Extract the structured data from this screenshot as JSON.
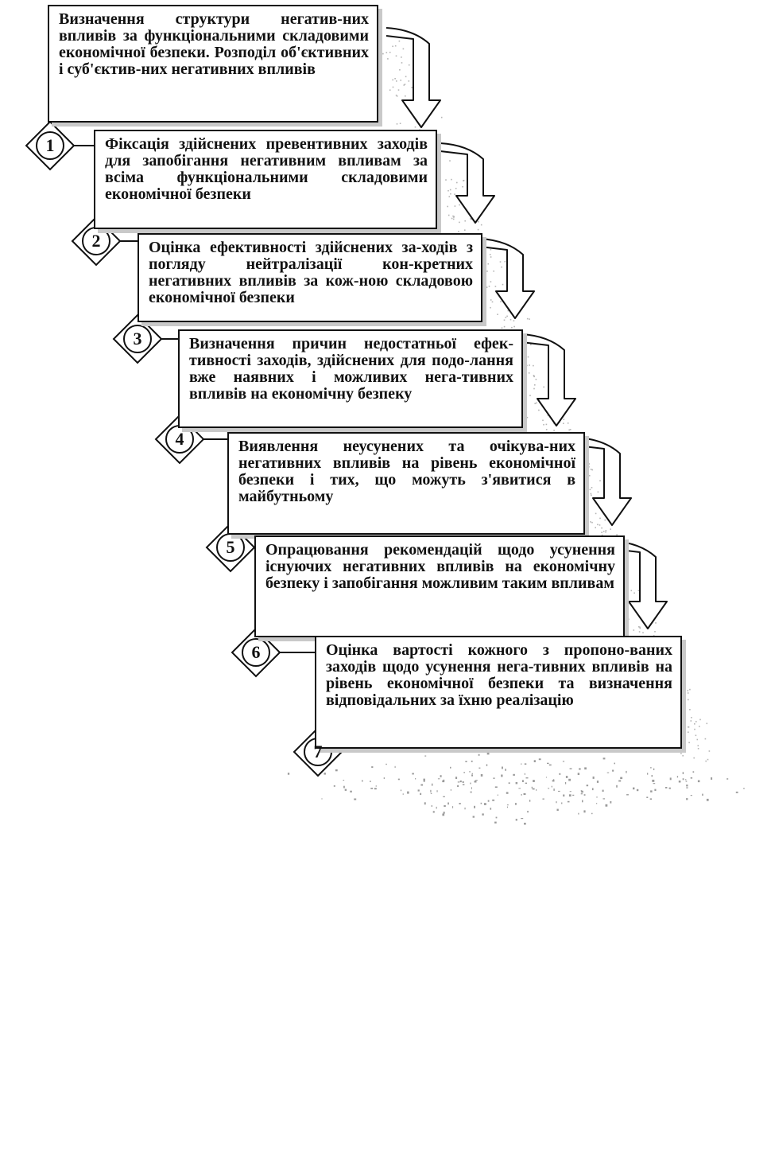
{
  "diagram": {
    "steps": [
      {
        "num": "1",
        "text": "Визначення структури негатив-них впливів за функціональними складовими економічної безпеки. Розподіл об'єктивних і суб'єктив-них негативних впливів"
      },
      {
        "num": "2",
        "text": "Фіксація здійснених превентивних заходів для запобігання негативним впливам за всіма функціональними складовими економічної безпеки"
      },
      {
        "num": "3",
        "text": "Оцінка ефективності здійснених за-ходів з погляду нейтралізації кон-кретних негативних впливів за кож-ною складовою економічної безпеки"
      },
      {
        "num": "4",
        "text": "Визначення причин недостатньої ефек-тивності заходів, здійснених для подо-лання вже наявних і можливих нега-тивних впливів на економічну безпеку"
      },
      {
        "num": "5",
        "text": "Виявлення неусунених та очікува-них негативних впливів на рівень економічної безпеки і тих, що можуть з'явитися в майбутньому"
      },
      {
        "num": "6",
        "text": "Опрацювання рекомендацій щодо усунення існуючих негативних впливів на економічну безпеку і запобігання можливим таким впливам"
      },
      {
        "num": "7",
        "text": "Оцінка вартості кожного з пропоно-ваних заходів щодо усунення нега-тивних впливів на рівень економічної безпеки та визначення відповідальних за їхню реалізацію"
      }
    ],
    "colors": {
      "line": "#111111",
      "shadow": "#c9c9c9",
      "stipple": "#9a9a9a"
    }
  }
}
